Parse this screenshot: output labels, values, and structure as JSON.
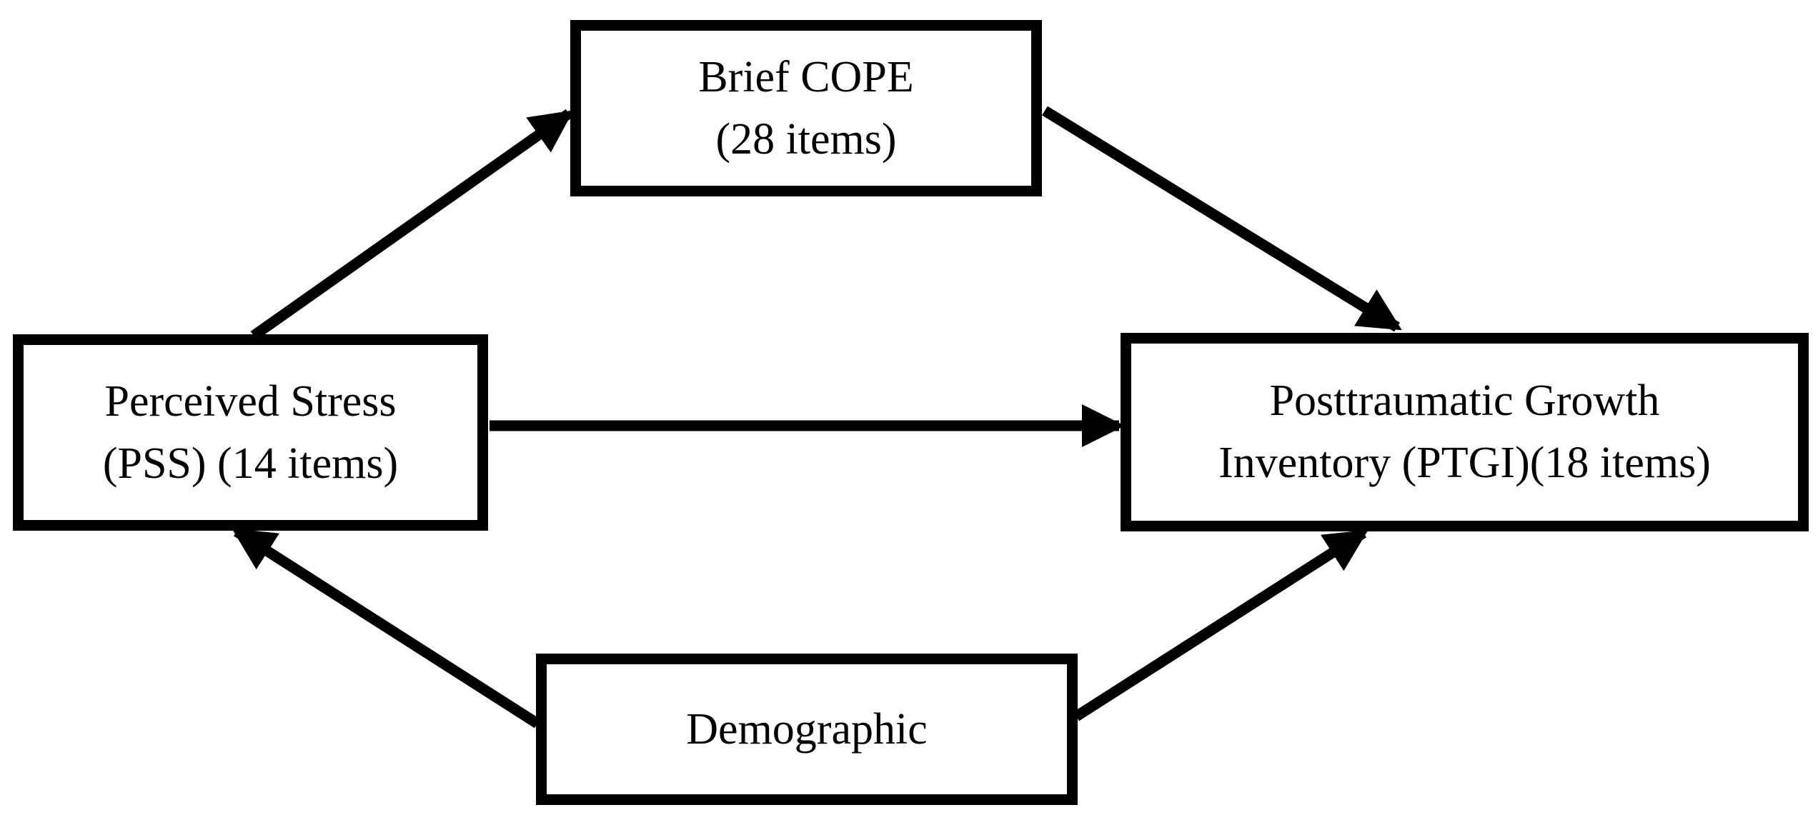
{
  "diagram": {
    "nodes": {
      "brief_cope": {
        "line1": "Brief COPE",
        "line2": "(28 items)"
      },
      "perceived_stress": {
        "line1": "Perceived Stress",
        "line2": "(PSS) (14 items)"
      },
      "ptgi": {
        "line1": "Posttraumatic Growth",
        "line2": "Inventory (PTGI)(18 items)"
      },
      "demographic": {
        "line1": "Demographic"
      }
    },
    "edges": [
      {
        "from": "Perceived Stress",
        "to": "Brief COPE"
      },
      {
        "from": "Brief COPE",
        "to": "Posttraumatic Growth Inventory"
      },
      {
        "from": "Perceived Stress",
        "to": "Posttraumatic Growth Inventory"
      },
      {
        "from": "Demographic",
        "to": "Perceived Stress"
      },
      {
        "from": "Demographic",
        "to": "Posttraumatic Growth Inventory"
      }
    ],
    "colors": {
      "stroke": "#000000",
      "background": "#ffffff"
    }
  }
}
